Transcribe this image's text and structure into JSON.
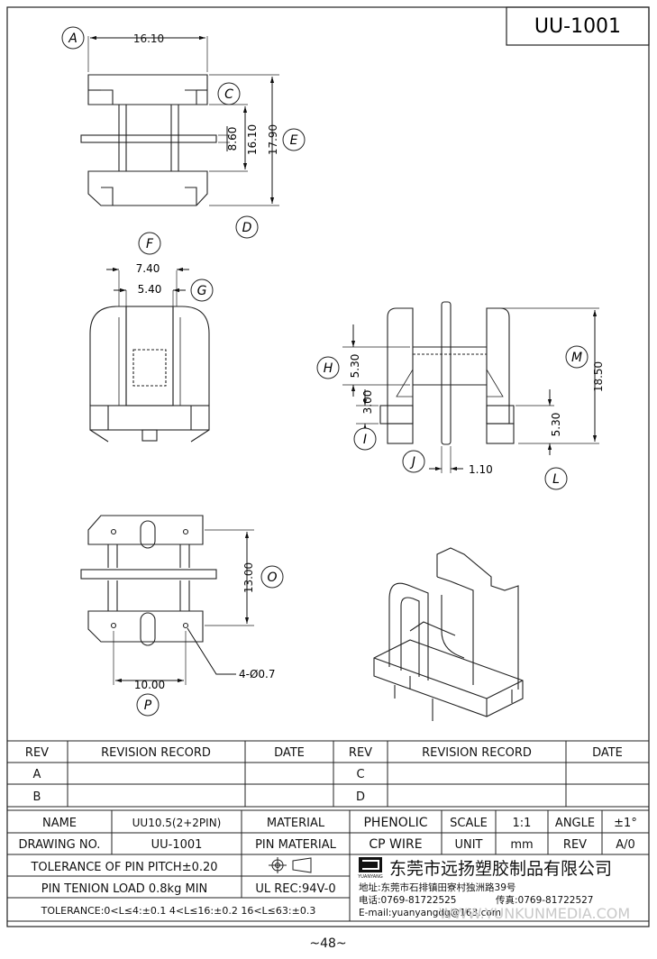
{
  "part_no": "UU-1001",
  "page": "~48~",
  "callouts": {
    "A": "A",
    "C": "C",
    "D": "D",
    "E": "E",
    "F": "F",
    "G": "G",
    "H": "H",
    "I": "I",
    "J": "J",
    "L": "L",
    "M": "M",
    "O": "O",
    "P": "P"
  },
  "dims": {
    "top_width": "16.10",
    "v_860": "8.60",
    "v_1610": "16.10",
    "v_1790": "17.90",
    "w_740": "7.40",
    "w_540": "5.40",
    "h_530_top": "5.30",
    "h_300": "3.00",
    "h_1850": "18.50",
    "h_530_right": "5.30",
    "t_110": "1.10",
    "v_1300": "13.00",
    "w_1000": "10.00",
    "pins": "4-Ø0.7"
  },
  "revision": {
    "rev_label": "REV",
    "record_label": "REVISION RECORD",
    "date_label": "DATE",
    "rows_left": [
      "A",
      "B"
    ],
    "rows_right": [
      "C",
      "D"
    ]
  },
  "title_block": {
    "name_label": "NAME",
    "name_value": "UU10.5(2+2PIN)",
    "material_label": "MATERIAL",
    "material_value": "PHENOLIC",
    "scale_label": "SCALE",
    "scale_value": "1:1",
    "angle_label": "ANGLE",
    "angle_value": "±1°",
    "drawing_no_label": "DRAWING NO.",
    "drawing_no_value": "UU-1001",
    "pin_material_label": "PIN MATERIAL",
    "pin_material_value": "CP WIRE",
    "unit_label": "UNIT",
    "unit_value": "mm",
    "rev_label": "REV",
    "rev_value": "A/0",
    "pitch_tolerance": "TOLERANCE OF PIN PITCH±0.20",
    "pin_tension": "PIN TENION LOAD 0.8kg MIN",
    "ul": "UL REC:94V-0",
    "tolerance": "TOLERANCE:0<L≤4:±0.1  4<L≤16:±0.2  16<L≤63:±0.3",
    "company_cn": "东莞市远扬塑胶制品有限公司",
    "logo_text": "YUANYANG",
    "address": "地址:东莞市石排镇田寮村独洲路39号",
    "phone": "电话:0769-81722525",
    "fax": "传真:0769-81722527",
    "email": "E-mail:yuanyangdg@163.com",
    "watermark": "WWW.YUNKUNMEDIA.COM"
  }
}
